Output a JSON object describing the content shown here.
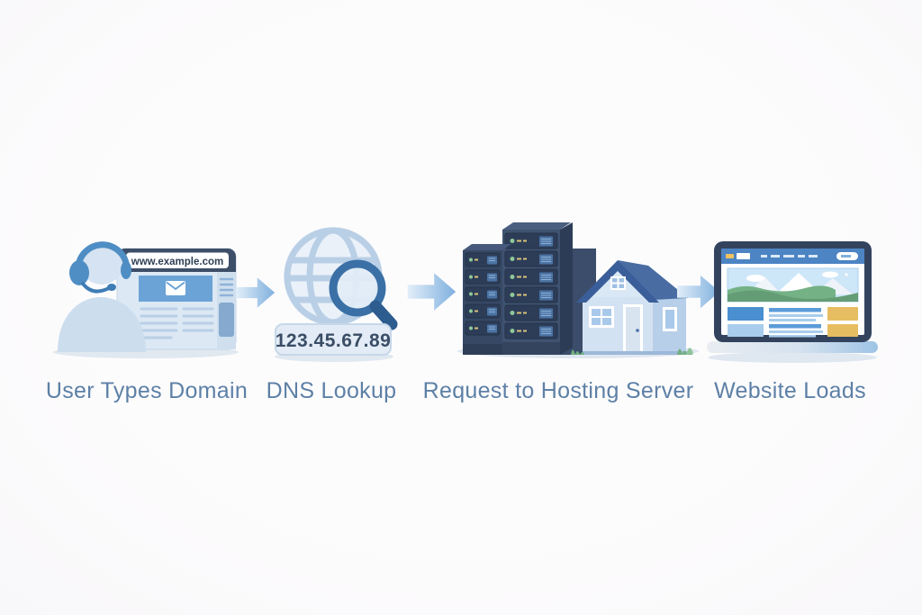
{
  "diagram": {
    "description": "Four-step flow of how a website loads",
    "background_color": "#fbfafb",
    "label_color": "#5d80a6",
    "steps": [
      {
        "label": "User Types Domain",
        "browser_url": "www.example.com"
      },
      {
        "label": "DNS Lookup",
        "ip_address": "123.45.67.89"
      },
      {
        "label": "Request to Hosting Server"
      },
      {
        "label": "Website Loads"
      }
    ],
    "colors": {
      "arrow_blue": "#7fb0de",
      "dark_navy": "#3a4c68",
      "mid_blue": "#4f8ec4",
      "light_blue": "#cfe0f1",
      "accent_yellow": "#e7bd62",
      "grass_green": "#6fae7f"
    }
  }
}
